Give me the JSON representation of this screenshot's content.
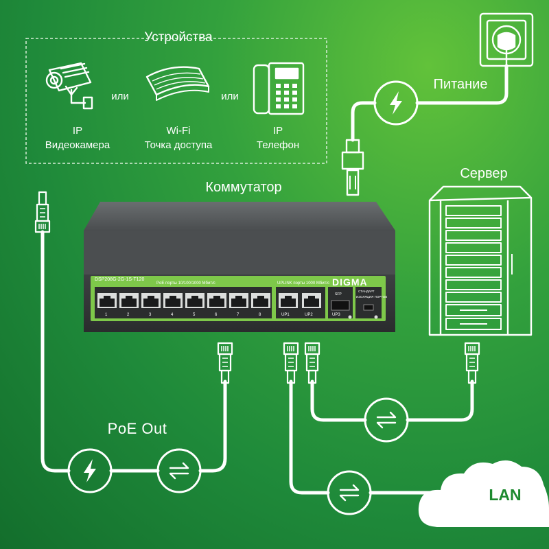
{
  "devices": {
    "title": "Устройства",
    "or": "или",
    "ip_camera": [
      "IP",
      "Видеокамера"
    ],
    "wifi_ap": [
      "Wi-Fi",
      "Точка доступа"
    ],
    "ip_phone": [
      "IP",
      "Телефон"
    ]
  },
  "power": {
    "label": "Питание"
  },
  "switch": {
    "label": "Коммутатор",
    "model": "DSP208G-2G-1S-T120",
    "poe_caption": "PoE порты 10/100/1000 Мбит/с",
    "uplink_caption": "UPLINK порты 1000 Мбит/с",
    "brand": "DIGMA",
    "sfp_label": "SFP",
    "mode_labels": [
      "СТАНДАРТ",
      "ИЗОЛЯЦИЯ ПОРТОВ"
    ],
    "poe_ports": [
      "1",
      "2",
      "3",
      "4",
      "5",
      "6",
      "7",
      "8"
    ],
    "uplink_ports": [
      "UP1",
      "UP2",
      "UP3"
    ]
  },
  "server": {
    "label": "Сервер"
  },
  "poe_out": {
    "label": "PoE Out"
  },
  "lan": {
    "label": "LAN"
  },
  "colors": {
    "background": "#2a9a3a",
    "panel_accent": "#7ec84a",
    "line": "#ffffff"
  },
  "icons": [
    "security-camera-icon",
    "wifi-access-point-icon",
    "ip-phone-icon",
    "power-socket-icon",
    "lightning-icon",
    "exchange-arrows-icon",
    "server-rack-icon",
    "rj45-plug-icon",
    "cloud-icon"
  ]
}
